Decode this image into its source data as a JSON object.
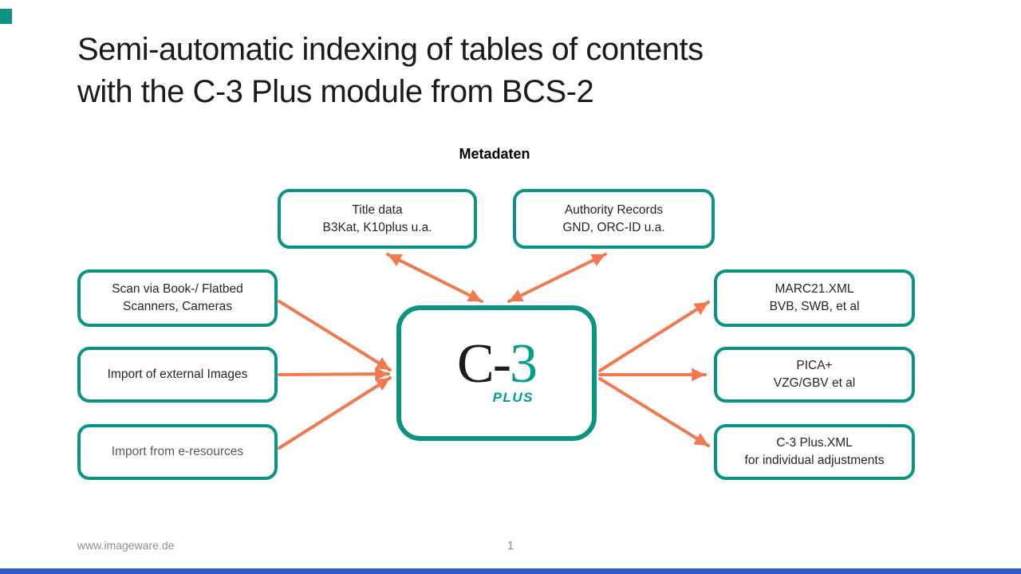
{
  "slide": {
    "title": {
      "line1": "Semi-automatic indexing of tables of contents",
      "line2": "with the C-3 Plus module from BCS-2"
    },
    "section_label": "Metadaten",
    "footer": {
      "url": "www.imageware.de",
      "page": "1"
    }
  },
  "diagram": {
    "center_logo": {
      "prefix": "C-",
      "digit": "3",
      "subtitle": "PLUS"
    },
    "top_boxes": [
      {
        "line1": "Title data",
        "line2": "B3Kat, K10plus u.a."
      },
      {
        "line1": "Authority Records",
        "line2": "GND, ORC-ID u.a."
      }
    ],
    "left_boxes": [
      {
        "line1": "Scan via Book-/ Flatbed",
        "line2": "Scanners, Cameras"
      },
      {
        "line1": "Import of external Images",
        "line2": ""
      },
      {
        "line1": "Import from e-resources",
        "line2": ""
      }
    ],
    "right_boxes": [
      {
        "line1": "MARC21.XML",
        "line2": "BVB, SWB, et al"
      },
      {
        "line1": "PICA+",
        "line2": "VZG/GBV et al"
      },
      {
        "line1": "C-3 Plus.XML",
        "line2": "for individual adjustments"
      }
    ]
  },
  "colors": {
    "box_border_teal": "#0B9384",
    "logo_teal": "#00A08A",
    "arrow_orange": "#F0794F",
    "bottom_bar_blue": "#2E5BC8",
    "footer_gray": "#8f8f8f"
  }
}
